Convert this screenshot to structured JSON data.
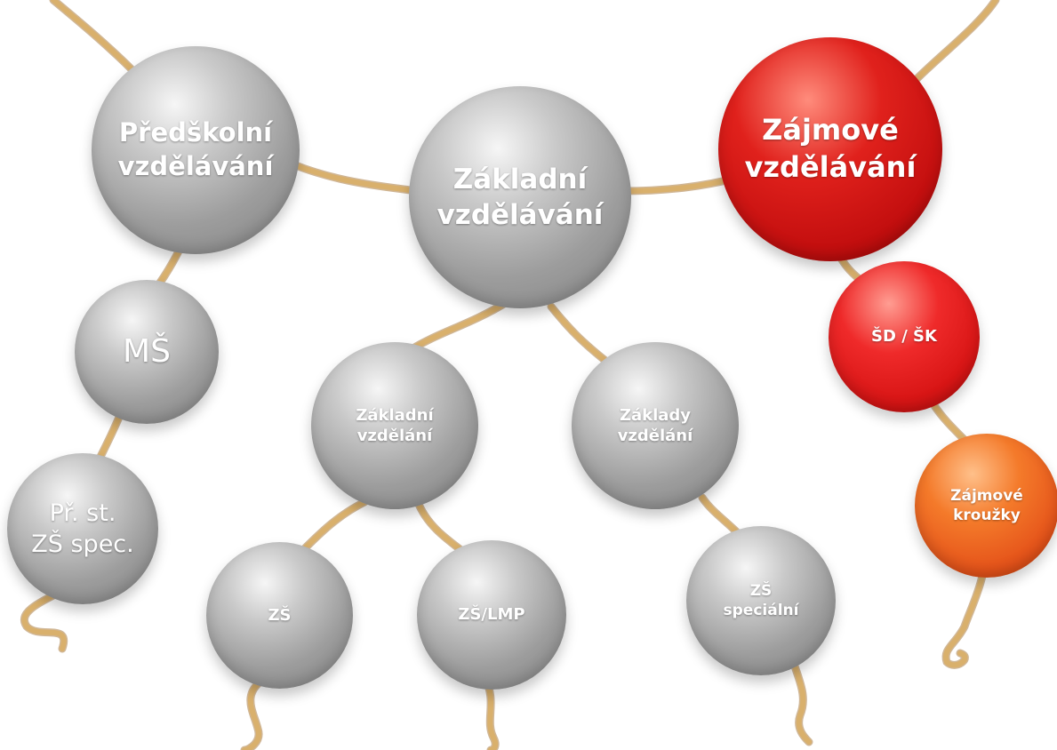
{
  "colors": {
    "link": "#d4a866",
    "link_edge": "#a97a3e",
    "gray_node": "#a6a6a6",
    "red_node": "#cf1414",
    "orange_node": "#ee6a22"
  },
  "nodes": {
    "predskolni": {
      "line1": "Předškolní",
      "line2": "vzdělávání"
    },
    "ms": {
      "line1": "MŠ"
    },
    "pr_st": {
      "line1": "Př. st.",
      "line2": "ZŠ spec."
    },
    "zakladni": {
      "line1": "Základní",
      "line2": "vzdělávání"
    },
    "zakladni_vzdelani": {
      "line1": "Základní",
      "line2": "vzdělání"
    },
    "zaklady_vzdelani": {
      "line1": "Základy",
      "line2": "vzdělání"
    },
    "zs": {
      "line1": "ZŠ"
    },
    "zs_lmp": {
      "line1": "ZŠ/LMP"
    },
    "zs_specialni": {
      "line1": "ZŠ",
      "line2": "speciální"
    },
    "zajmove": {
      "line1": "Zájmové",
      "line2": "vzdělávání"
    },
    "sd_sk": {
      "line1": "ŠD / ŠK"
    },
    "zajmove_krouzky": {
      "line1": "Zájmové",
      "line2": "kroužky"
    }
  }
}
